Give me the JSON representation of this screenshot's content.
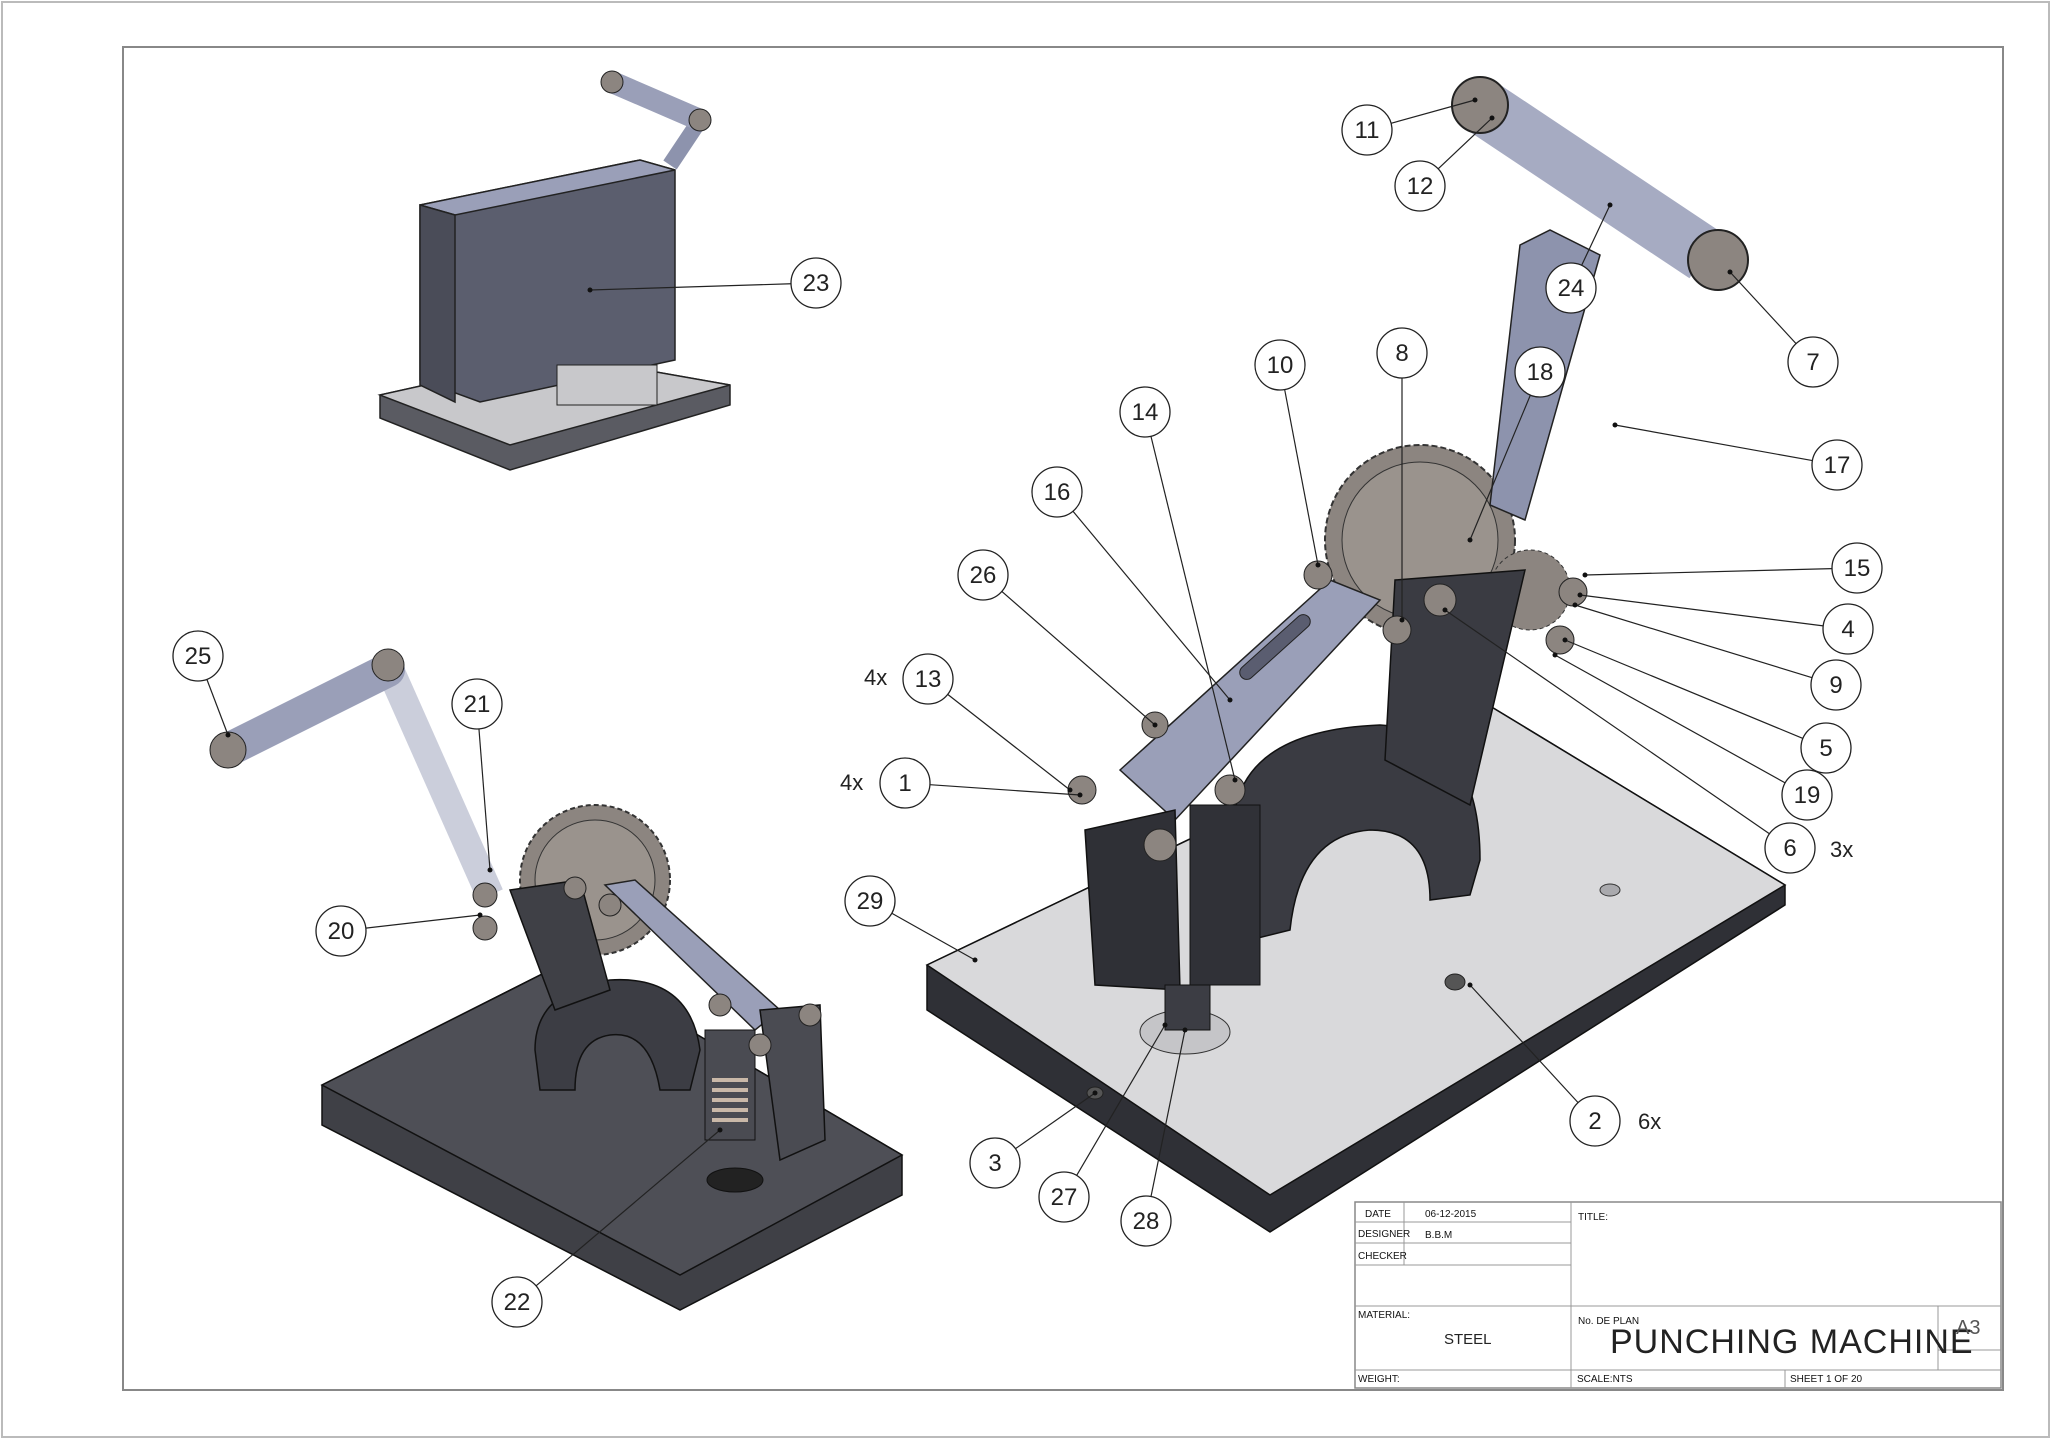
{
  "balloons": [
    {
      "id": "11",
      "label": "11"
    },
    {
      "id": "12",
      "label": "12"
    },
    {
      "id": "24",
      "label": "24"
    },
    {
      "id": "7",
      "label": "7"
    },
    {
      "id": "17",
      "label": "17"
    },
    {
      "id": "18",
      "label": "18"
    },
    {
      "id": "8",
      "label": "8"
    },
    {
      "id": "10",
      "label": "10"
    },
    {
      "id": "14",
      "label": "14"
    },
    {
      "id": "16",
      "label": "16"
    },
    {
      "id": "26",
      "label": "26"
    },
    {
      "id": "13",
      "label": "13"
    },
    {
      "id": "1",
      "label": "1"
    },
    {
      "id": "15",
      "label": "15"
    },
    {
      "id": "4",
      "label": "4"
    },
    {
      "id": "9",
      "label": "9"
    },
    {
      "id": "5",
      "label": "5"
    },
    {
      "id": "19",
      "label": "19"
    },
    {
      "id": "6",
      "label": "6"
    },
    {
      "id": "29",
      "label": "29"
    },
    {
      "id": "2",
      "label": "2"
    },
    {
      "id": "3",
      "label": "3"
    },
    {
      "id": "27",
      "label": "27"
    },
    {
      "id": "28",
      "label": "28"
    },
    {
      "id": "23",
      "label": "23"
    },
    {
      "id": "25",
      "label": "25"
    },
    {
      "id": "21",
      "label": "21"
    },
    {
      "id": "20",
      "label": "20"
    },
    {
      "id": "22",
      "label": "22"
    }
  ],
  "multipliers": {
    "item13": "4x",
    "item1": "4x",
    "item6": "3x",
    "item2": "6x"
  },
  "title_block": {
    "date_label": "DATE",
    "date_value": "06-12-2015",
    "designer_label": "DESIGNER",
    "designer_value": "B.B.M",
    "checker_label": "CHECKER",
    "title_label": "TITLE:",
    "material_label": "MATERIAL:",
    "material_value": "STEEL",
    "weight_label": "WEIGHT:",
    "plan_no_label": "No. DE PLAN",
    "drawing_title": "PUNCHING MACHINE",
    "sheet_size": "A3",
    "scale_label": "SCALE:NTS",
    "sheet_label": "SHEET 1 OF 20"
  },
  "colors": {
    "frame": "#888888",
    "part_dark": "#4a4b52",
    "part_blue": "#9a9fb8",
    "plate_light": "#d9d9db",
    "gear": "#8c8580"
  }
}
